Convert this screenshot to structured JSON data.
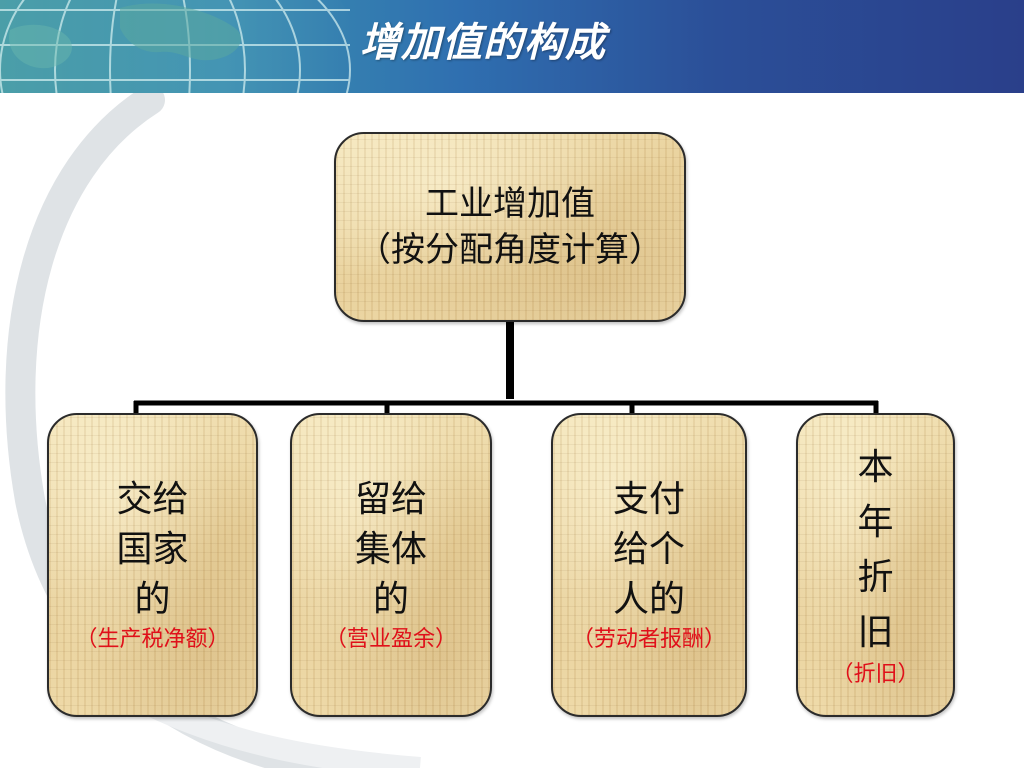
{
  "slide": {
    "title": "增加值的构成"
  },
  "diagram": {
    "root": {
      "line1": "工业增加值",
      "line2": "（按分配角度计算）"
    },
    "children": [
      {
        "main": "交给\n国家\n的",
        "sub": "（生产税净额）"
      },
      {
        "main": "留给\n集体\n的",
        "sub": "（营业盈余）"
      },
      {
        "main": "支付\n给个\n人的",
        "sub": "（劳动者报酬）"
      },
      {
        "main": "本\n年\n折\n旧",
        "sub": "（折旧）"
      }
    ]
  },
  "colors": {
    "banner_start": "#2f8f9b",
    "banner_end": "#2a3f8a",
    "box_fill": "#eedcad",
    "sub_text": "#e0101a",
    "connector": "#000000"
  }
}
